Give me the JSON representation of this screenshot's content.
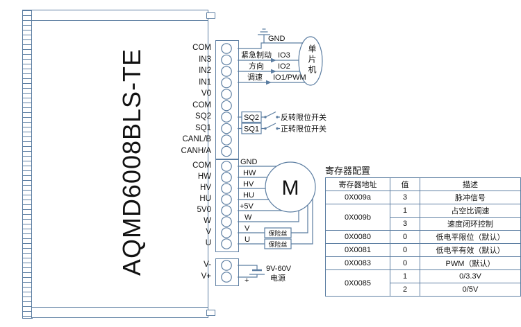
{
  "device": {
    "model": "AQMD6008BLS-TE"
  },
  "terminals": {
    "group1": [
      "COM",
      "IN3",
      "IN2",
      "IN1",
      "V0",
      "COM",
      "SQ2",
      "SQ1",
      "CANL/B",
      "CANH/A"
    ],
    "group2": [
      "COM",
      "HW",
      "HV",
      "HU",
      "5V0",
      "W",
      "V",
      "U"
    ],
    "group3": [
      "V-",
      "V+"
    ]
  },
  "wiring": {
    "gnd_label": "GND",
    "io_lines": [
      {
        "cn": "紧急制动",
        "pin": "IO3"
      },
      {
        "cn": "方向",
        "pin": "IO2"
      },
      {
        "cn": "调速",
        "pin": "IO1/PWM"
      }
    ],
    "mcu_label": "单片机",
    "limit_switches": [
      {
        "tag": "SQ2",
        "label": "反转限位开关"
      },
      {
        "tag": "SQ1",
        "label": "正转限位开关"
      }
    ],
    "motor_wire_labels": [
      "GND",
      "HW",
      "HV",
      "HU",
      "+5V",
      "W",
      "V",
      "U"
    ],
    "motor_label": "M",
    "fuse_label": "保险丝",
    "power": {
      "plus": "+",
      "range": "9V-60V",
      "label": "电源"
    }
  },
  "register_table": {
    "title": "寄存器配置",
    "headers": [
      "寄存器地址",
      "值",
      "描述"
    ],
    "rows": [
      {
        "addr": "0X009a",
        "value": "3",
        "desc": "脉冲信号"
      },
      {
        "addr": "0X009b",
        "value": "1",
        "desc": "占空比调速"
      },
      {
        "value": "3",
        "desc": "速度闭环控制"
      },
      {
        "addr": "0X0080",
        "value": "0",
        "desc": "低电平限位（默认）"
      },
      {
        "addr": "0X0081",
        "value": "0",
        "desc": "低电平有效（默认）"
      },
      {
        "addr": "0X0083",
        "value": "0",
        "desc": "PWM（默认）"
      },
      {
        "addr": "0X0085",
        "value": "1",
        "desc": "0/3.3V"
      },
      {
        "value": "2",
        "desc": "0/5V"
      }
    ]
  }
}
